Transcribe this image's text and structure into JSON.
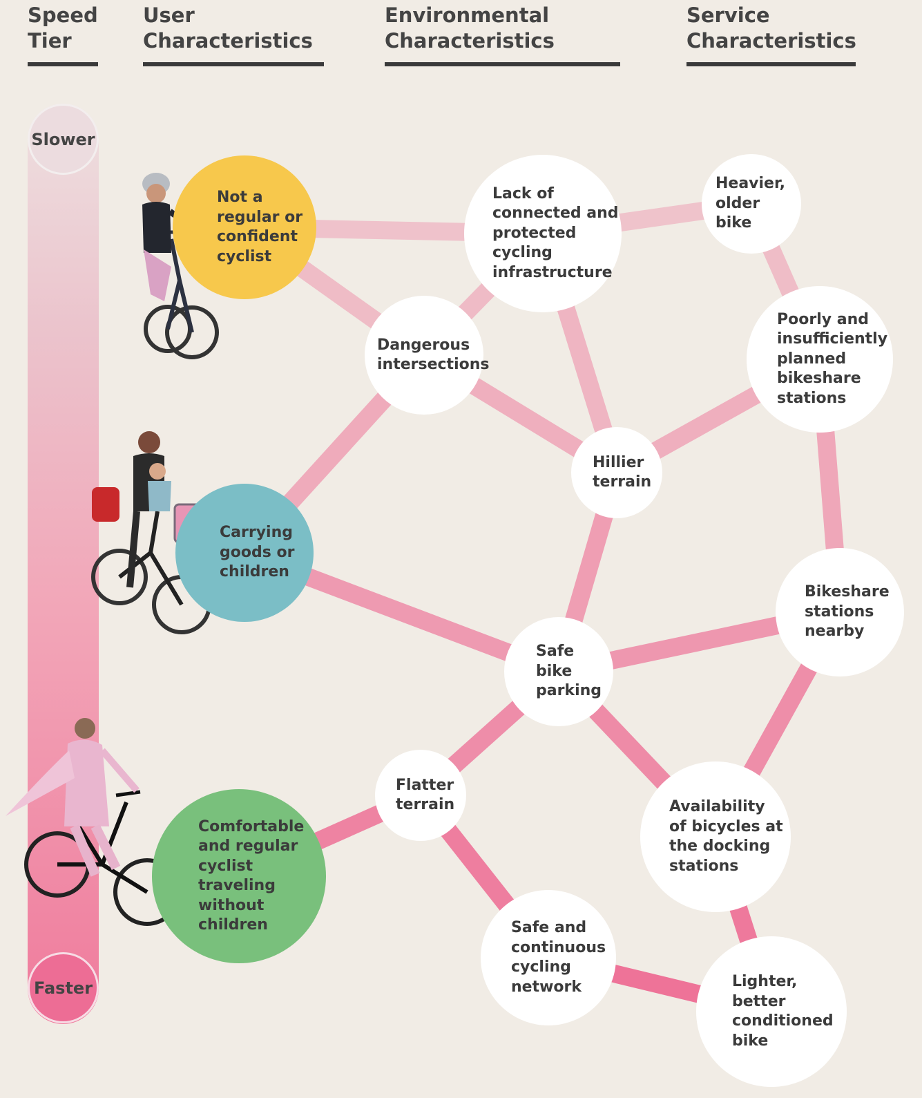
{
  "headers": {
    "speed_tier": "Speed\nTier",
    "user": "User\nCharacteristics",
    "environmental": "Environmental\nCharacteristics",
    "service": "Service\nCharacteristics"
  },
  "speed_bar": {
    "top_label": "Slower",
    "bottom_label": "Faster",
    "top_color": "#eee0e0",
    "bottom_color": "#ef7b9c"
  },
  "colors": {
    "background": "#f1ece5",
    "node_fill": "#ffffff",
    "user_yellow": "#f7c84c",
    "user_teal": "#7bbec6",
    "user_green": "#79c07c",
    "link_light": "#efc6cd",
    "link_dark": "#ee6f95"
  },
  "user_nodes": {
    "not_regular": "Not a\nregular or\nconfident\ncyclist",
    "carrying": "Carrying\ngoods or\nchildren",
    "comfortable": "Comfortable\nand regular\ncyclist\ntraveling\nwithout\nchildren"
  },
  "environment_nodes": {
    "lack_infra": "Lack of\nconnected and\nprotected\ncycling\ninfrastructure",
    "dangerous": "Dangerous\nintersections",
    "hillier": "Hillier\nterrain",
    "safe_parking": "Safe\nbike\nparking",
    "flatter": "Flatter\nterrain",
    "safe_network": "Safe and\ncontinuous\ncycling\nnetwork"
  },
  "service_nodes": {
    "heavier_bike": "Heavier,\nolder bike",
    "poor_stations": "Poorly and\ninsufficiently\nplanned\nbikeshare\nstations",
    "stations_nearby": "Bikeshare\nstations\nnearby",
    "availability": "Availability\nof bicycles at\nthe docking\nstations",
    "lighter_bike": "Lighter,\nbetter\nconditioned\nbike"
  },
  "links": [
    [
      "not_regular",
      "lack_infra"
    ],
    [
      "not_regular",
      "dangerous"
    ],
    [
      "lack_infra",
      "heavier_bike"
    ],
    [
      "lack_infra",
      "dangerous"
    ],
    [
      "lack_infra",
      "hillier"
    ],
    [
      "heavier_bike",
      "poor_stations"
    ],
    [
      "dangerous",
      "hillier"
    ],
    [
      "dangerous",
      "carrying"
    ],
    [
      "hillier",
      "poor_stations"
    ],
    [
      "hillier",
      "safe_parking"
    ],
    [
      "poor_stations",
      "stations_nearby"
    ],
    [
      "carrying",
      "safe_parking"
    ],
    [
      "safe_parking",
      "stations_nearby"
    ],
    [
      "safe_parking",
      "flatter"
    ],
    [
      "safe_parking",
      "availability"
    ],
    [
      "stations_nearby",
      "availability"
    ],
    [
      "comfortable",
      "flatter"
    ],
    [
      "flatter",
      "safe_network"
    ],
    [
      "safe_network",
      "lighter_bike"
    ],
    [
      "availability",
      "lighter_bike"
    ]
  ]
}
